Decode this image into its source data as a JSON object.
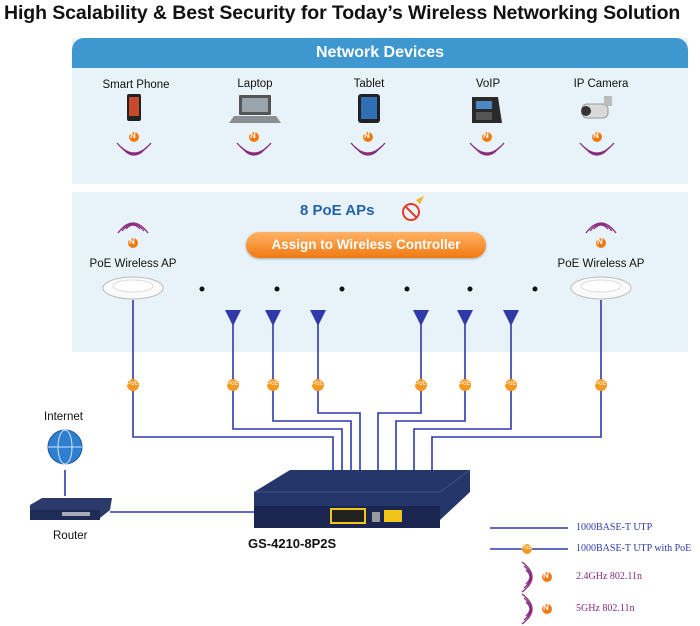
{
  "title": "High Scalability & Best Security for Today’s Wireless Networking Solution",
  "network_devices": {
    "header": "Network Devices",
    "devices": [
      {
        "label": "Smart Phone",
        "icon": "smartphone-icon"
      },
      {
        "label": "Laptop",
        "icon": "laptop-icon"
      },
      {
        "label": "Tablet",
        "icon": "tablet-icon"
      },
      {
        "label": "VoIP",
        "icon": "voip-phone-icon"
      },
      {
        "label": "IP Camera",
        "icon": "ip-camera-icon"
      }
    ]
  },
  "ap_section": {
    "ap_count": "8 PoE APs",
    "assign_button": "Assign to Wireless Controller",
    "left_ap_label": "PoE Wireless AP",
    "right_ap_label": "PoE Wireless AP"
  },
  "poe_badge": "PoE",
  "wifi_badge": "N",
  "internet_label": "Internet",
  "router_label": "Router",
  "switch_model": "GS-4210-8P2S",
  "legend": [
    {
      "label": "1000BASE-T UTP",
      "color": "#2f3aa8"
    },
    {
      "label": "1000BASE-T UTP with PoE",
      "color": "#2f3aa8"
    },
    {
      "label": "2.4GHz 802.11n",
      "color": "#8a2a7c"
    },
    {
      "label": "5GHz 802.11n",
      "color": "#8a2a7c"
    }
  ],
  "colors": {
    "header_blue": "#3f97cf",
    "panel_bg": "#e7f3f8",
    "cable_blue": "#2f3aa8",
    "poe_orange": "#f59a1e",
    "wifi_purple": "#8a2a7c",
    "button_orange": "#f07a12"
  }
}
